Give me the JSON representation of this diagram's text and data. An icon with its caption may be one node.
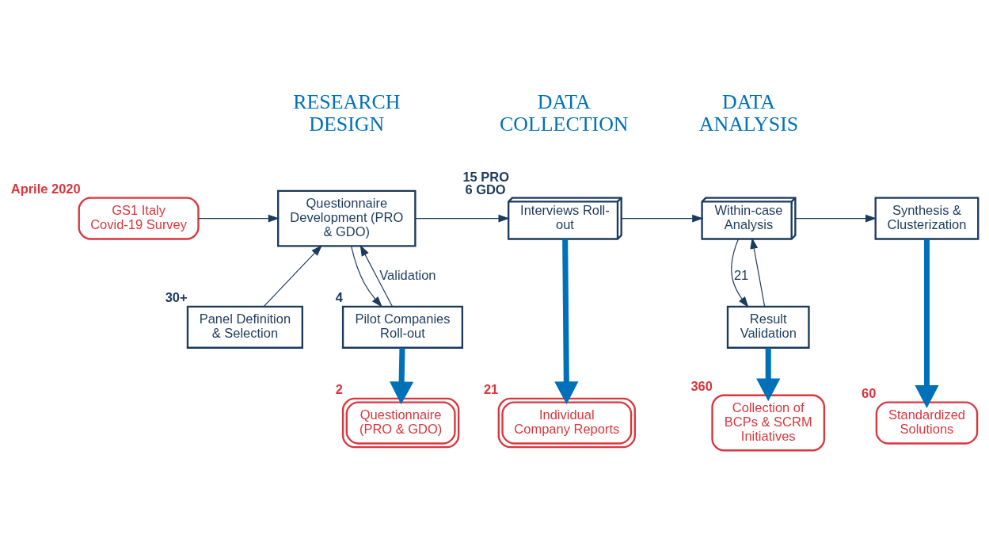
{
  "diagram": {
    "nodes": [
      {
        "text": [
          "GS1 Italy Covid-19 Survey"
        ],
        "beside": [
          "Aprile 2020"
        ]
      },
      {
        "text": [
          "Panel Definition & Selection"
        ],
        "beside": [
          "30+"
        ]
      },
      {
        "text": [
          "Questionnaire Development (PRO & GDO)"
        ]
      },
      {
        "text": [
          "Pilot Companies Roll-out"
        ],
        "beside": [
          "4"
        ]
      },
      {
        "text": [
          "Interviews Roll-out"
        ],
        "beside": [
          "15 PRO",
          "6 GDO"
        ]
      },
      {
        "text": [
          "Within-case Analysis"
        ]
      },
      {
        "text": [
          "Result Validation"
        ]
      },
      {
        "text": [
          "Synthesis & Clusterization"
        ]
      },
      {
        "text": [
          "Questionnaire (PRO & GDO)"
        ],
        "beside": [
          "2"
        ]
      },
      {
        "text": [
          "Individual Company Reports"
        ],
        "beside": [
          "21"
        ]
      },
      {
        "text": [
          "Collection of BCPs & SCRM Initiatives"
        ],
        "beside": [
          "360"
        ]
      },
      {
        "text": [
          "Standardized Solutions"
        ],
        "beside": [
          "60"
        ]
      }
    ],
    "edges": [
      {
        "from": 0,
        "to": 2,
        "arrow": "to"
      },
      {
        "from": 1,
        "to": 2,
        "arrow": "to"
      },
      {
        "from": 3,
        "to": 2,
        "arrow": "to",
        "label": "Validation"
      },
      {
        "from": 2,
        "to": 3,
        "arrow": "to"
      },
      {
        "from": 2,
        "to": 4,
        "arrow": "to"
      },
      {
        "from": 4,
        "to": 5,
        "arrow": "to"
      },
      {
        "from": 5,
        "to": 7,
        "arrow": "to"
      },
      {
        "from": 6,
        "to": 5,
        "arrow": "to"
      },
      {
        "from": 5,
        "to": 6,
        "arrow": "to",
        "label": "21"
      },
      {
        "from": 3,
        "to": 8,
        "arrow": "to",
        "style": "thick",
        "color": "#0070b8"
      },
      {
        "from": 4,
        "to": 9,
        "arrow": "to",
        "style": "thick",
        "color": "#0070b8"
      },
      {
        "from": 6,
        "to": 10,
        "arrow": "to",
        "style": "thick",
        "color": "#0070b8"
      },
      {
        "from": 7,
        "to": 11,
        "arrow": "to",
        "style": "thick",
        "color": "#0070b8"
      }
    ],
    "labels": [
      "RESEARCH DESIGN",
      "DATA COLLECTION",
      "DATA ANALYSIS"
    ]
  }
}
